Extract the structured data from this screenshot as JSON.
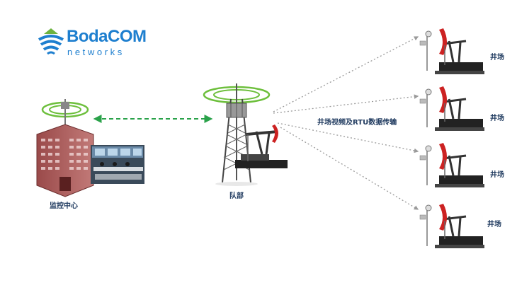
{
  "logo": {
    "brand_left": "Boda",
    "brand_right": "COM",
    "subtitle": "networks",
    "colors": {
      "blue": "#1e7fcf",
      "green": "#6db33f"
    }
  },
  "labels": {
    "monitoring_center": "监控中心",
    "team": "队部",
    "link_description": "井场视频及RTU数据传输",
    "wellsites": [
      "井场",
      "井场",
      "井场",
      "井场"
    ]
  },
  "colors": {
    "text": "#1f3a5f",
    "green_link": "#2aa24a",
    "gray_link": "#9a9a9a",
    "pump_red": "#cc2222",
    "signal_ring": "#6dbf3c"
  }
}
